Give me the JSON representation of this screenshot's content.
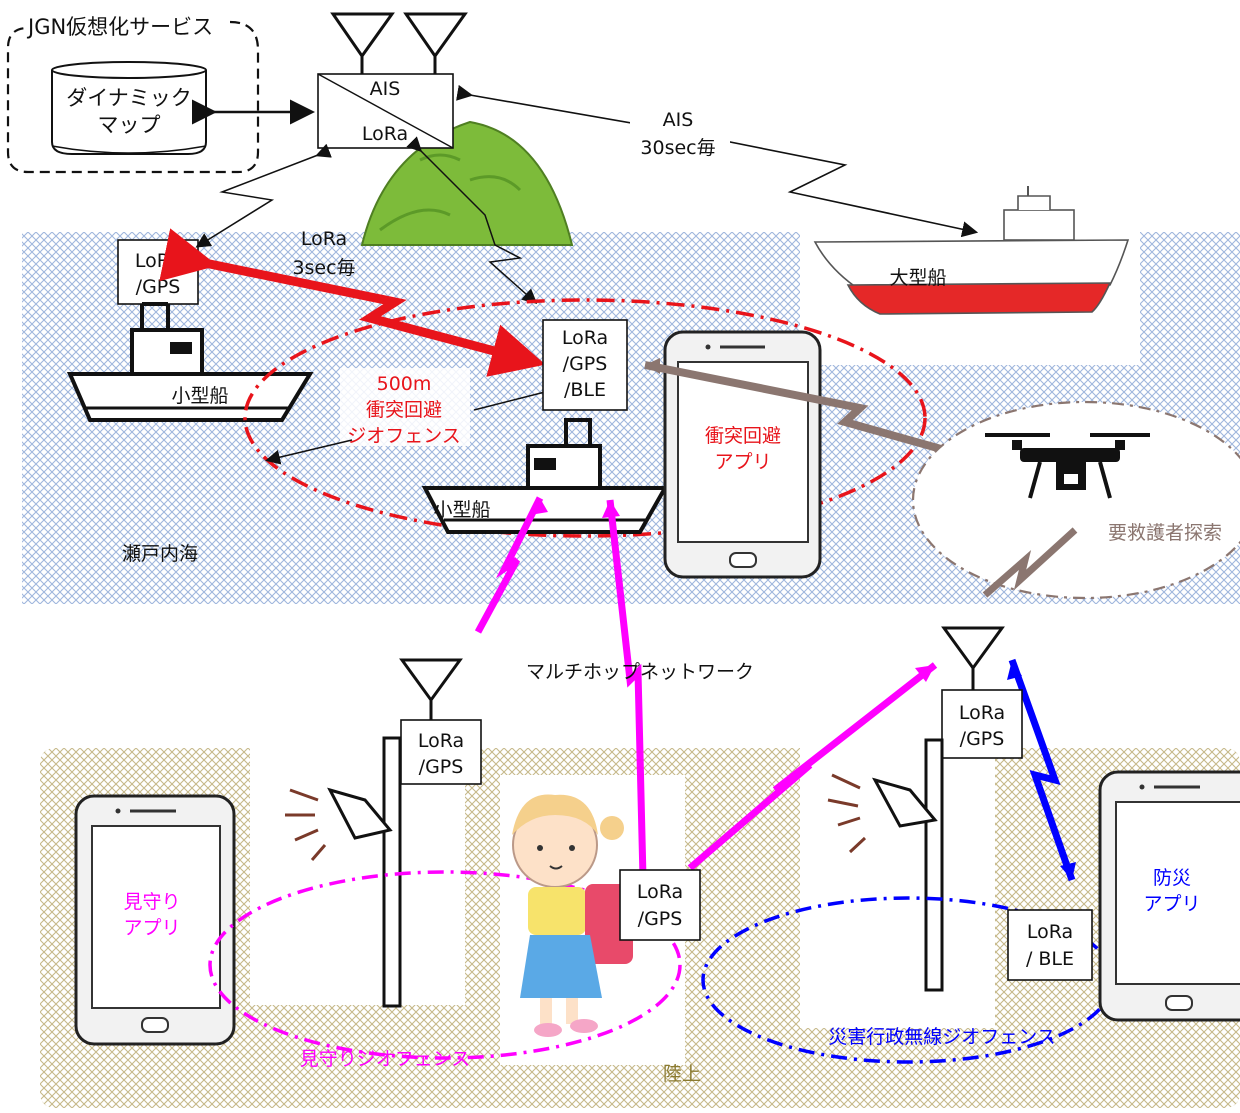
{
  "service": {
    "label": "JGN仮想化サービス",
    "map_line1": "ダイナミック",
    "map_line2": "マップ"
  },
  "station": {
    "ais": "AIS",
    "lora": "LoRa"
  },
  "ais_link": {
    "line1": "AIS",
    "line2": "30sec毎"
  },
  "lora_link": {
    "line1": "LoRa",
    "line2": "3sec毎"
  },
  "large_ship": {
    "label": "大型船"
  },
  "small_ship_left": {
    "label": "小型船",
    "tag_line1": "LoRa",
    "tag_line2": "/GPS"
  },
  "small_ship_center": {
    "label": "小型船",
    "tag_line1": "LoRa",
    "tag_line2": "/GPS",
    "tag_line3": "/BLE"
  },
  "geofence_collision": {
    "line1": "500m",
    "line2": "衝突回避",
    "line3": "ジオフェンス"
  },
  "collision_app": {
    "line1": "衝突回避",
    "line2": "アプリ"
  },
  "rescue": {
    "label": "要救護者探索"
  },
  "sea": {
    "label": "瀬戸内海"
  },
  "multihop": {
    "label": "マルチホップネットワーク"
  },
  "pole_left": {
    "tag_line1": "LoRa",
    "tag_line2": "/GPS"
  },
  "pole_right": {
    "tag_line1": "LoRa",
    "tag_line2": "/GPS"
  },
  "child": {
    "tag_line1": "LoRa",
    "tag_line2": "/GPS"
  },
  "watch_app": {
    "line1": "見守り",
    "line2": "アプリ"
  },
  "watch_geofence": {
    "label": "見守りジオフェンス"
  },
  "disaster_app": {
    "line1": "防災",
    "line2": "アプリ",
    "tag_line1": "LoRa",
    "tag_line2": "/ BLE"
  },
  "disaster_geofence": {
    "label": "災害行政無線ジオフェンス"
  },
  "land": {
    "label": "陸上"
  },
  "colors": {
    "red": "#e8141b",
    "magenta": "#ff00ff",
    "blue": "#0000ff",
    "brown": "#8b7670",
    "sea": "#c9d6ec",
    "land": "#d9cfa3"
  }
}
